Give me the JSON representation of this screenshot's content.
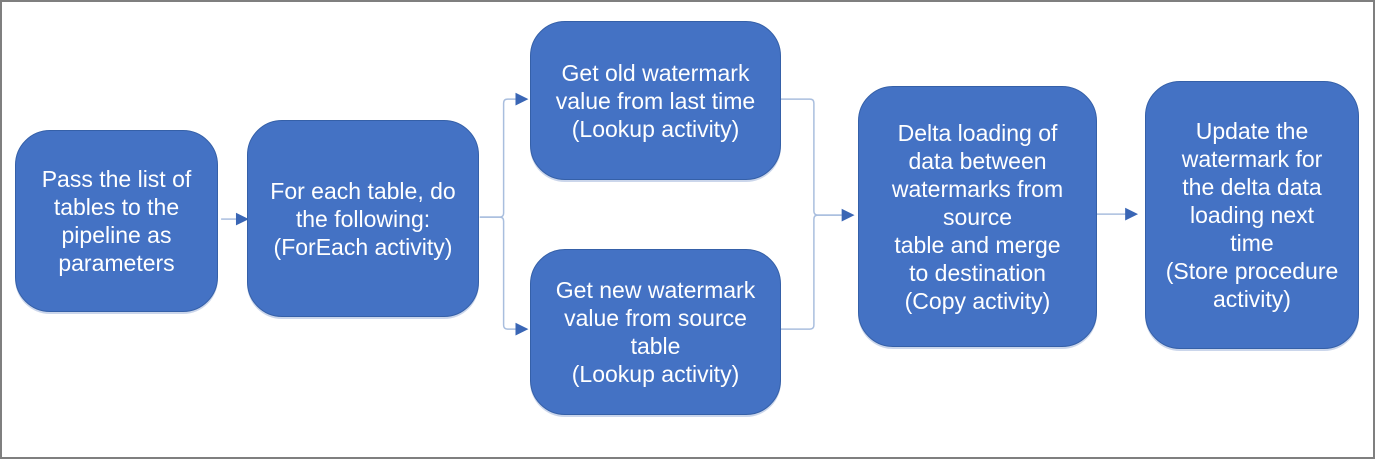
{
  "diagram": {
    "colors": {
      "node_fill": "#4472C4",
      "node_border": "#3560A8",
      "connector": "#A9BEDE",
      "arrowhead": "#3A66B5",
      "text": "#FFFFFF",
      "frame": "#7F7F7F"
    },
    "nodes": [
      {
        "id": "pass-list",
        "label": "Pass the list of\ntables to the\npipeline as\nparameters"
      },
      {
        "id": "foreach-table",
        "label": "For each table, do\nthe following:\n(ForEach activity)"
      },
      {
        "id": "get-old-watermark",
        "label": "Get old watermark\nvalue from last time\n(Lookup activity)"
      },
      {
        "id": "get-new-watermark",
        "label": "Get new watermark\nvalue from source\ntable\n(Lookup activity)"
      },
      {
        "id": "delta-loading",
        "label": "Delta loading of\ndata between\nwatermarks from\nsource\ntable and merge\nto destination\n(Copy activity)"
      },
      {
        "id": "update-watermark",
        "label": "Update the\nwatermark for\nthe delta data\nloading next\ntime\n(Store procedure\nactivity)"
      }
    ]
  }
}
